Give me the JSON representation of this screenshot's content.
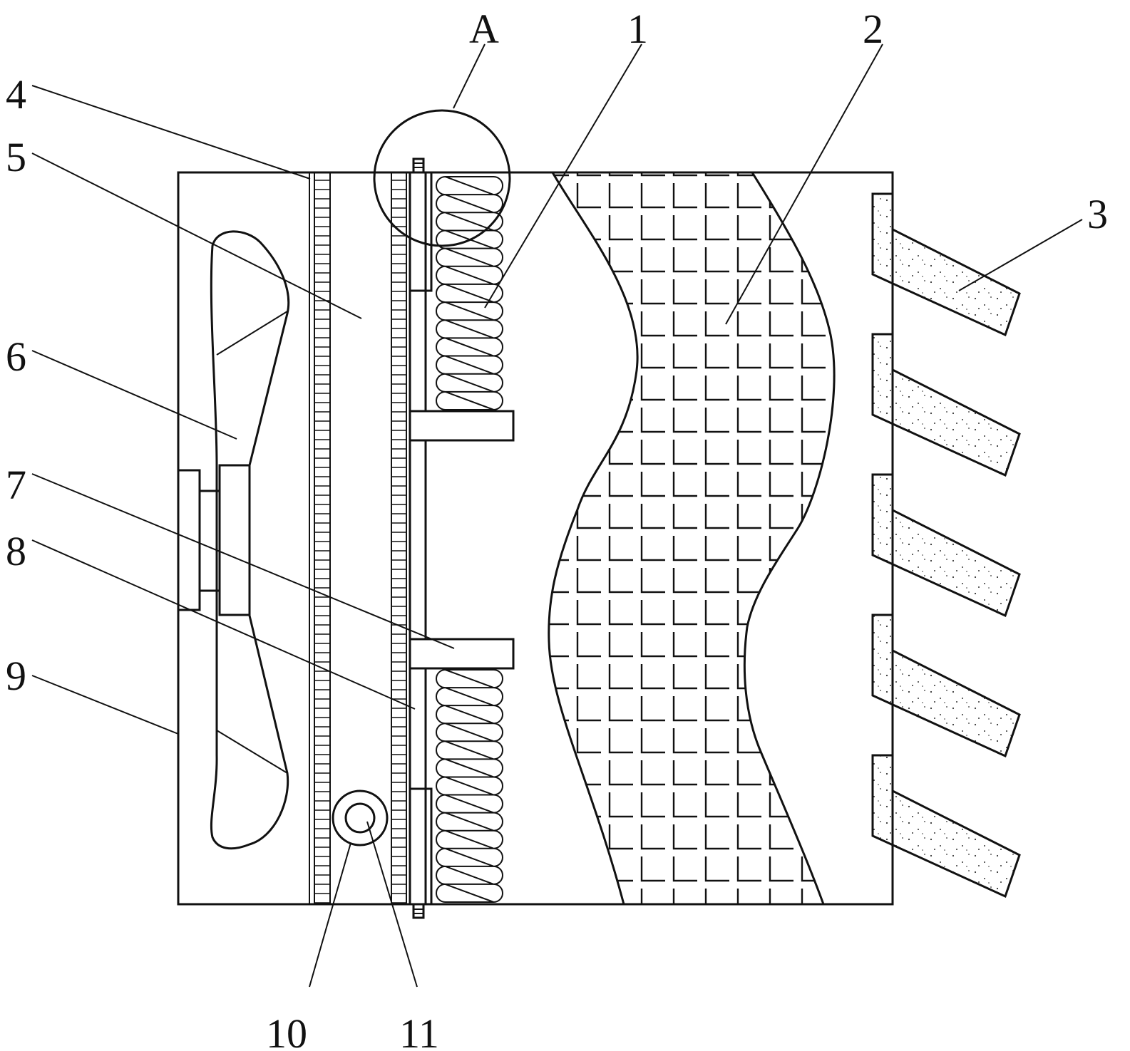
{
  "figure": {
    "labels": [
      {
        "id": "A",
        "text": "A"
      },
      {
        "id": "1",
        "text": "1"
      },
      {
        "id": "2",
        "text": "2"
      },
      {
        "id": "3",
        "text": "3"
      },
      {
        "id": "4",
        "text": "4"
      },
      {
        "id": "5",
        "text": "5"
      },
      {
        "id": "6",
        "text": "6"
      },
      {
        "id": "7",
        "text": "7"
      },
      {
        "id": "8",
        "text": "8"
      },
      {
        "id": "9",
        "text": "9"
      },
      {
        "id": "10",
        "text": "10"
      },
      {
        "id": "11",
        "text": "11"
      }
    ]
  }
}
